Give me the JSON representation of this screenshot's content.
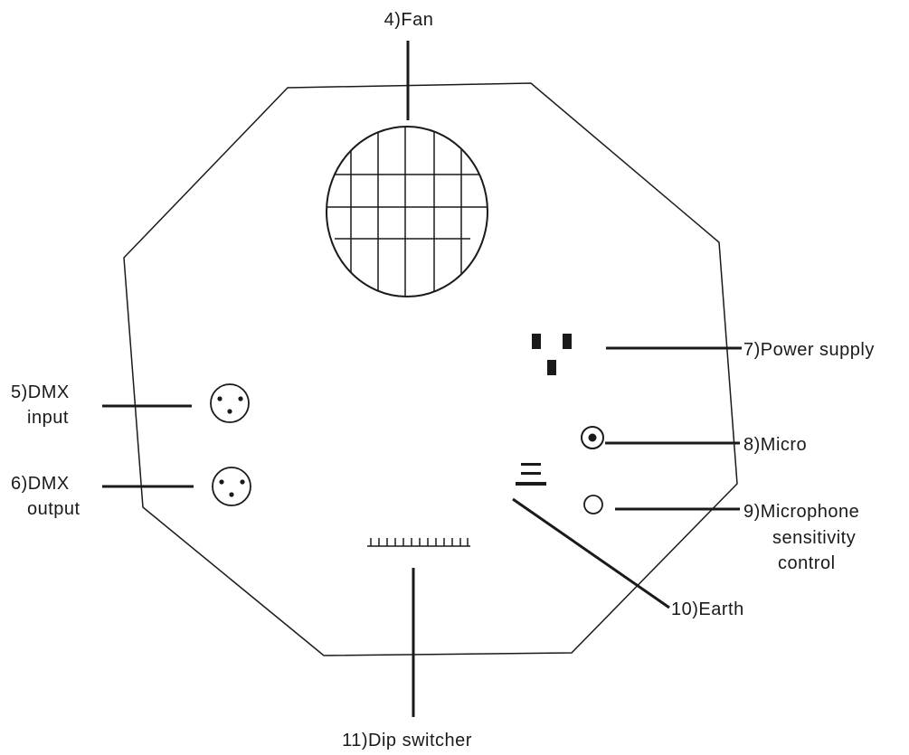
{
  "labels": {
    "fan": "4)Fan",
    "dmx_input_line1": "5)DMX",
    "dmx_input_line2": "input",
    "dmx_output_line1": "6)DMX",
    "dmx_output_line2": "output",
    "power_supply": "7)Power supply",
    "micro": "8)Micro",
    "mic_sens_line1": "9)Microphone",
    "mic_sens_line2": "sensitivity",
    "mic_sens_line3": "control",
    "earth": "10)Earth",
    "dip_switcher": "11)Dip switcher"
  },
  "colors": {
    "line": "#1a1a1a",
    "background": "#ffffff"
  }
}
